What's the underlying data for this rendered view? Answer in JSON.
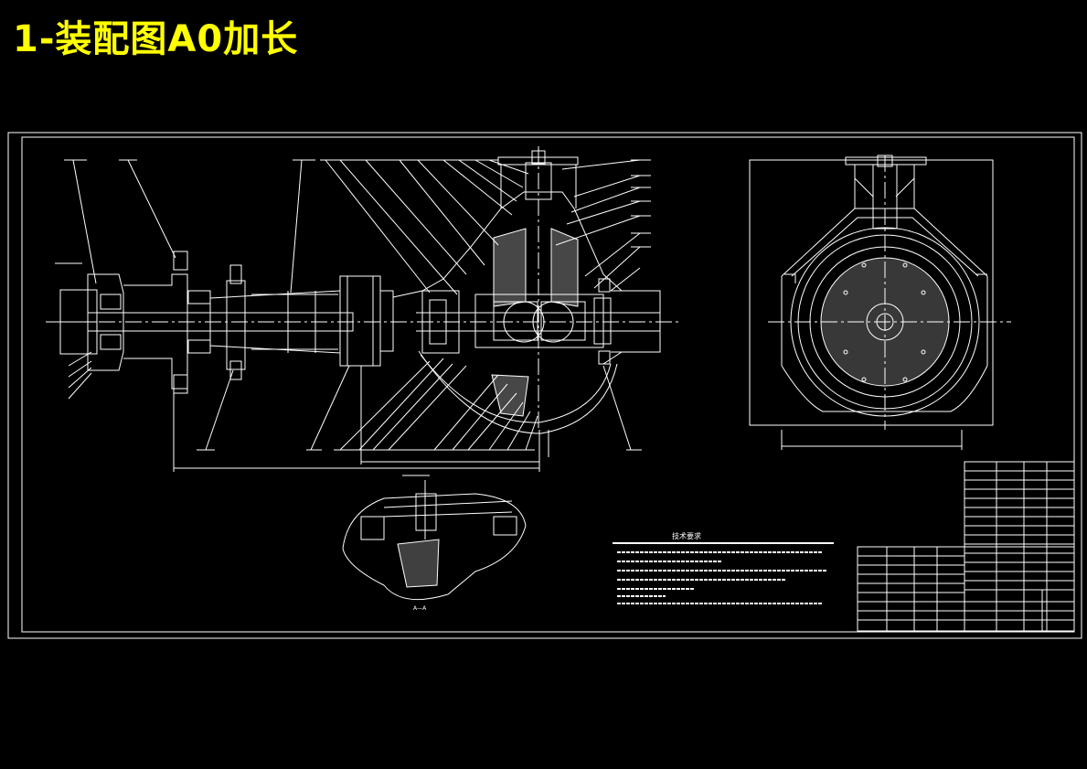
{
  "page": {
    "title": "1-装配图A0加长",
    "title_color": "#ffff00",
    "background": "#000000",
    "line_color": "#ffffff"
  },
  "drawing": {
    "technical_requirements_heading": "技术要求",
    "section_label": "A—A"
  }
}
